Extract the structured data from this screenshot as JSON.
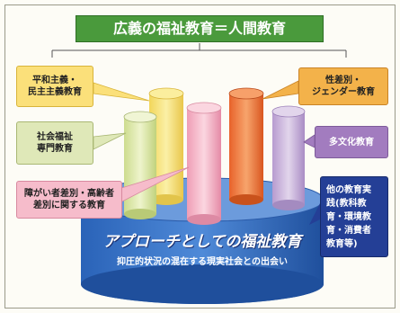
{
  "title": "広義の福祉教育＝人間教育",
  "boxes": {
    "peace": "平和主義・\n民主主義教育",
    "welfare": "社会福祉\n専門教育",
    "disability": "障がい者差別・高齢者\n差別に関する教育",
    "gender": "性差別・\nジェンダー教育",
    "multicultural": "多文化教育",
    "other": "他の教育実\n践(教科教\n育・環境教\n育・消費者\n教育等)"
  },
  "base": {
    "title": "アプローチとしての福祉教育",
    "subtitle": "抑圧的状況の混在する現実社会との出会い"
  },
  "colors": {
    "title_bg": "#4a9a3c",
    "cylinder_base": "#2f6fc0",
    "yellow": "#f6e27a",
    "green": "#e4ecb6",
    "pink": "#f4b7c8",
    "orange": "#ee7a3a",
    "purple": "#c9b3d8",
    "navy": "#243f96"
  }
}
